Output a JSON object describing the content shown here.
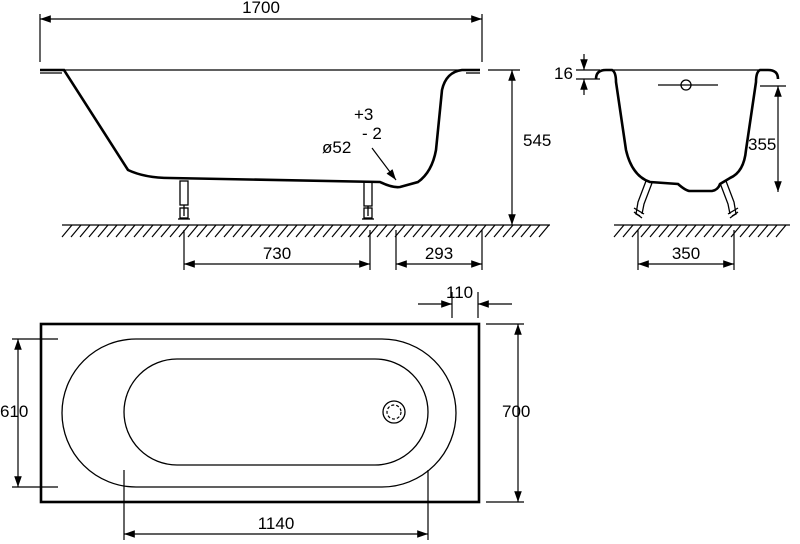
{
  "dimensions": {
    "overall_length": "1700",
    "overall_height": "545",
    "leg_spacing": "730",
    "drain_offset": "293",
    "rim_thickness": "16",
    "end_height": "355",
    "end_leg_spacing": "350",
    "rim_offset": "110",
    "overall_width": "700",
    "inner_width": "610",
    "inner_length": "1140"
  },
  "drain_spec": {
    "diameter": "ø52",
    "tolerance_plus": "+3",
    "tolerance_minus": "- 2"
  },
  "colors": {
    "stroke": "#000000",
    "background": "#ffffff"
  }
}
